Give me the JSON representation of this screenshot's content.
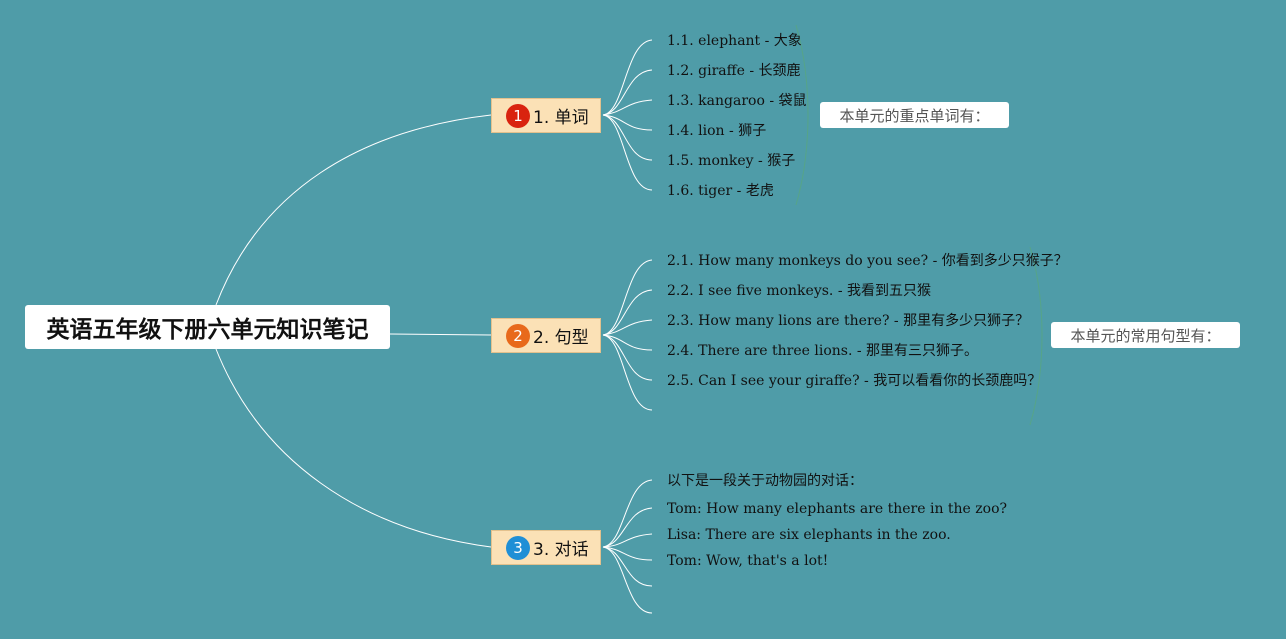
{
  "colors": {
    "background": "#4f9ca8",
    "branch_fill": "#fbe1b6",
    "badge_1": "#d9230f",
    "badge_2": "#e8691b",
    "badge_3": "#1f8fd6",
    "link": "#ffffff"
  },
  "root": {
    "title": "英语五年级下册六单元知识笔记"
  },
  "branches": [
    {
      "badge": "1",
      "label": "1. 单词",
      "leaves": [
        "1.1. elephant - 大象",
        "1.2. giraffe - 长颈鹿",
        "1.3. kangaroo - 袋鼠",
        "1.4. lion - 狮子",
        "1.5. monkey - 猴子",
        "1.6. tiger - 老虎"
      ],
      "summary": "本单元的重点单词有："
    },
    {
      "badge": "2",
      "label": "2. 句型",
      "leaves": [
        "2.1. How many monkeys do you see? - 你看到多少只猴子？",
        "2.2. I see five monkeys. - 我看到五只猴",
        "2.3. How many lions are there? - 那里有多少只狮子？",
        "2.4. There are three lions. - 那里有三只狮子。",
        "2.5. Can I see your giraffe? - 我可以看看你的长颈鹿吗？"
      ],
      "summary": "本单元的常用句型有："
    },
    {
      "badge": "3",
      "label": "3. 对话",
      "leaves": [
        "以下是一段关于动物园的对话：",
        "Tom: How many elephants are there in the zoo?",
        "Lisa: There are six elephants in the zoo.",
        "Tom: Wow, that's a lot!"
      ]
    }
  ]
}
